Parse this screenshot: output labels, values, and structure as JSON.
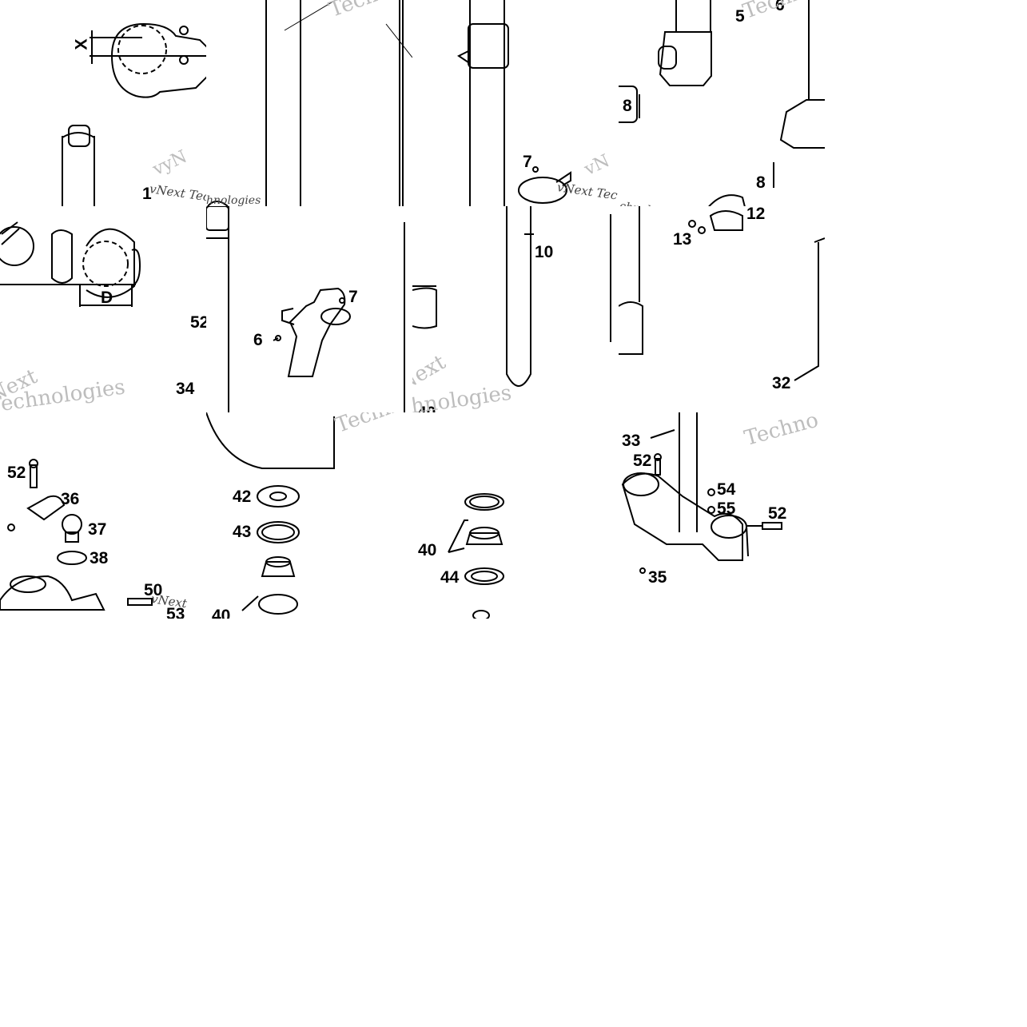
{
  "colors": {
    "ink": "#000000",
    "paper": "#ffffff",
    "watermark": "#bdbdbd"
  },
  "watermarks": {
    "techn": "Techn",
    "techno": "Techno",
    "technologies": "Technologies",
    "chnologies": "chnologies",
    "hnologies": "hnologies",
    "next": "Next",
    "vnext": "vNext",
    "vnext_tec": "vNext Tec",
    "vn": "vN",
    "vyn": "vyN"
  },
  "callouts": {
    "x": "X",
    "d": "D",
    "n1": "1",
    "n5": "5",
    "n6": "6",
    "n7": "7",
    "n8": "8",
    "n10": "10",
    "n12": "12",
    "n13": "13",
    "n32": "32",
    "n33": "33",
    "n34": "34",
    "n35": "35",
    "n36": "36",
    "n37": "37",
    "n38": "38",
    "n40": "40",
    "n42": "42",
    "n43": "43",
    "n44": "44",
    "n50": "50",
    "n52": "52",
    "n53": "53",
    "n54": "54",
    "n55": "55"
  }
}
